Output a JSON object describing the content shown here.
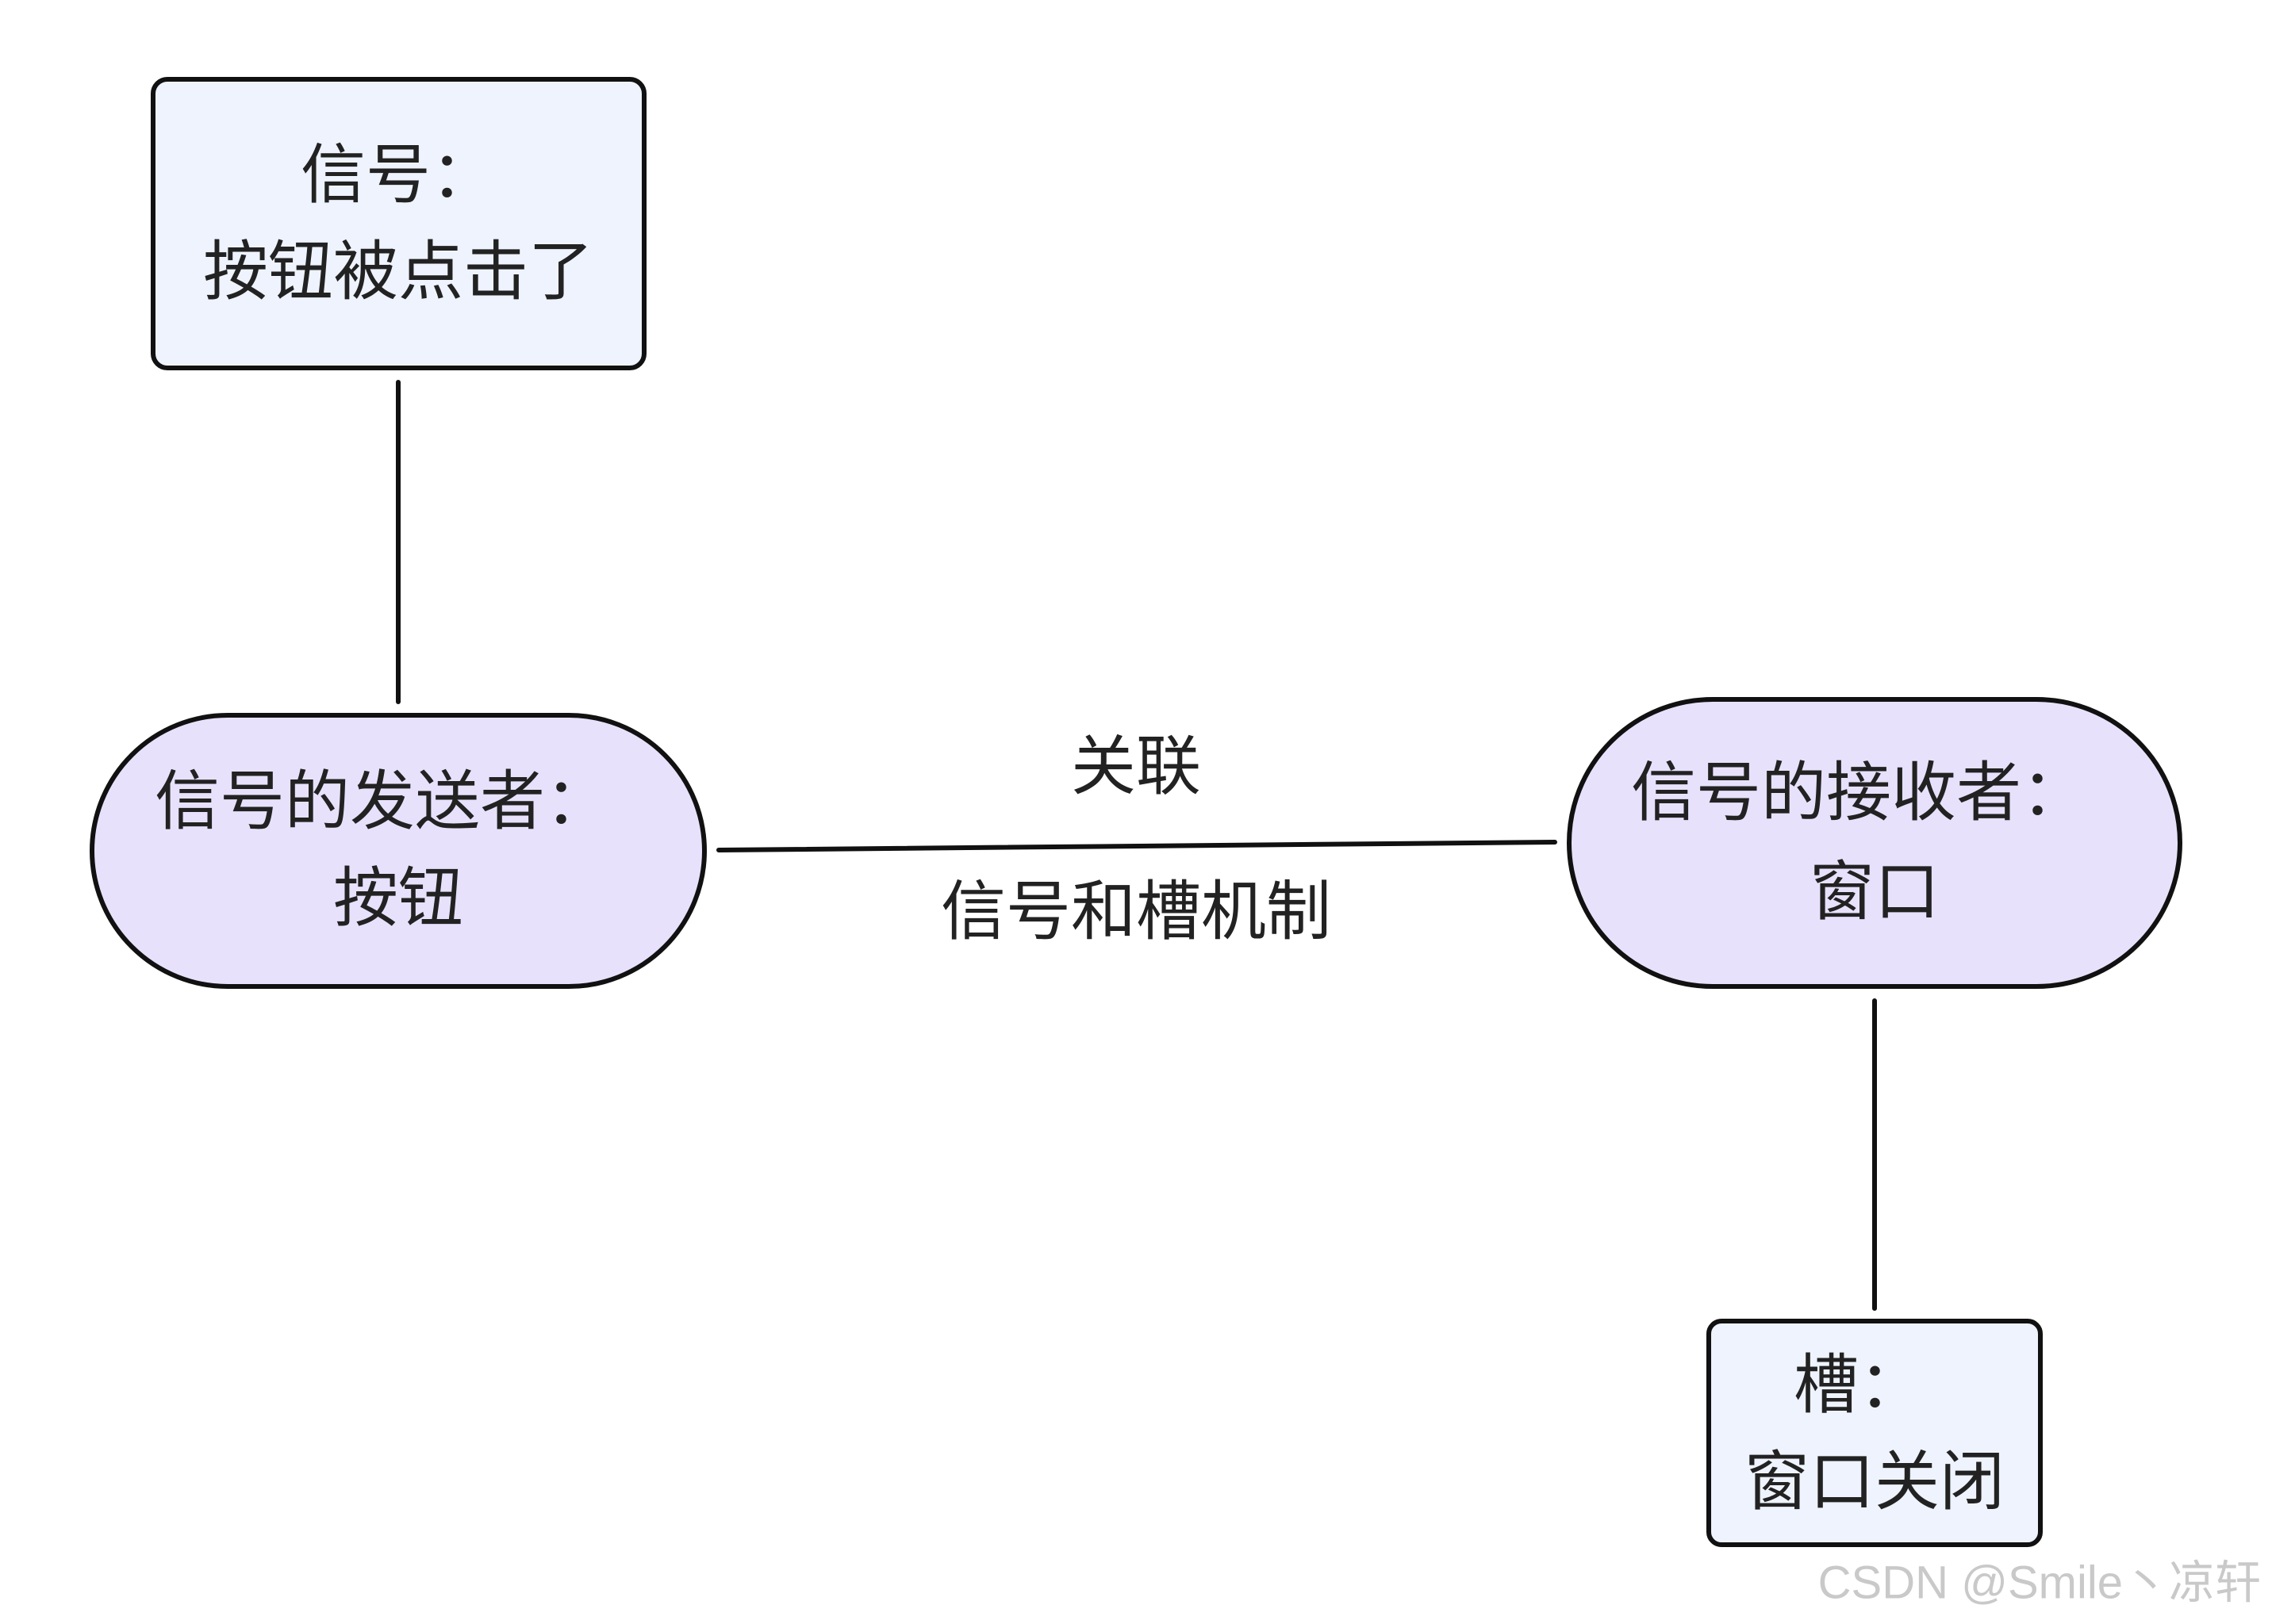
{
  "nodes": {
    "signal": {
      "line1": "信号：",
      "line2": "按钮被点击了"
    },
    "sender": {
      "line1": "信号的发送者：",
      "line2": "按钮"
    },
    "receiver": {
      "line1": "信号的接收者：",
      "line2": "窗口"
    },
    "slot": {
      "line1": "槽：",
      "line2": "窗口关闭"
    }
  },
  "edge": {
    "label_top": "关联",
    "label_bottom": "信号和槽机制"
  },
  "watermark": "CSDN @Smile丶凉轩",
  "colors": {
    "rect_fill": "#eef3fd",
    "pill_fill": "#e8e1fc",
    "stroke": "#111111",
    "text": "#222222",
    "watermark": "#c9c9c9"
  }
}
